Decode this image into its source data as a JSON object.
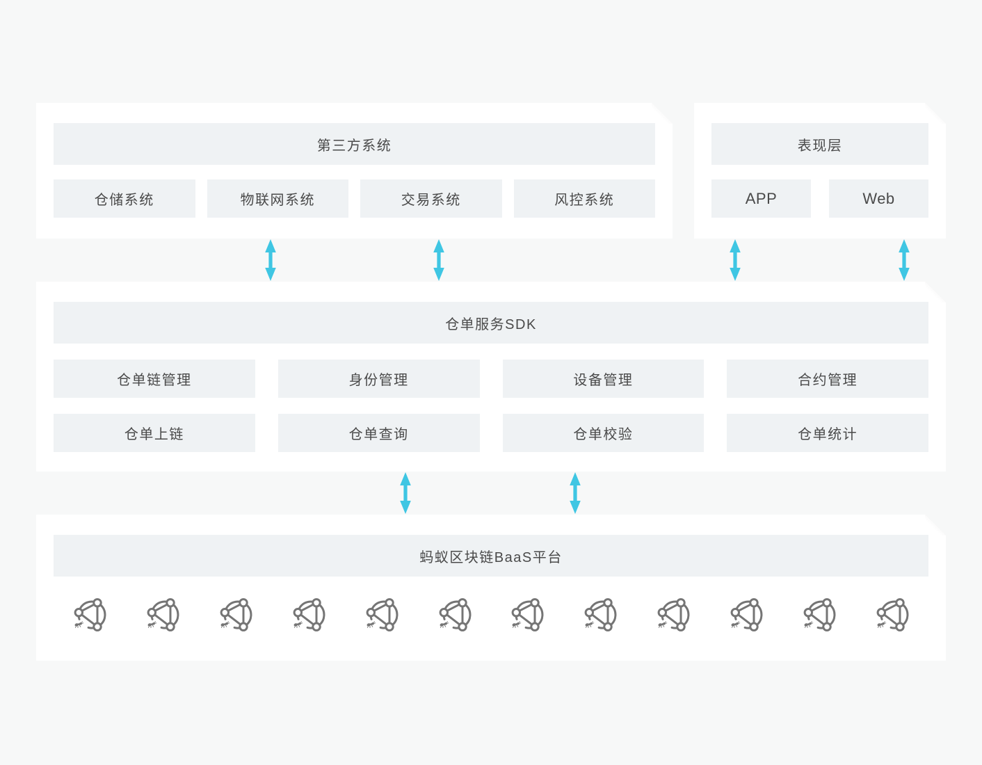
{
  "colors": {
    "page_bg": "#f7f8f8",
    "card_bg": "#ffffff",
    "tile_bg": "#eff2f4",
    "text": "#4a4a4a",
    "arrow": "#3fc6e3",
    "icon": "#757575"
  },
  "diagram": {
    "third_party": {
      "title": "第三方系统",
      "items": [
        "仓储系统",
        "物联网系统",
        "交易系统",
        "风控系统"
      ]
    },
    "presentation": {
      "title": "表现层",
      "items": [
        "APP",
        "Web"
      ]
    },
    "sdk": {
      "title": "仓单服务SDK",
      "rows": [
        [
          "仓单链管理",
          "身份管理",
          "设备管理",
          "合约管理"
        ],
        [
          "仓单上链",
          "仓单查询",
          "仓单校验",
          "仓单统计"
        ]
      ]
    },
    "baas": {
      "title": "蚂蚁区块链BaaS平台",
      "icon": "ant-blockchain-network-icon",
      "icon_count": 12
    }
  }
}
